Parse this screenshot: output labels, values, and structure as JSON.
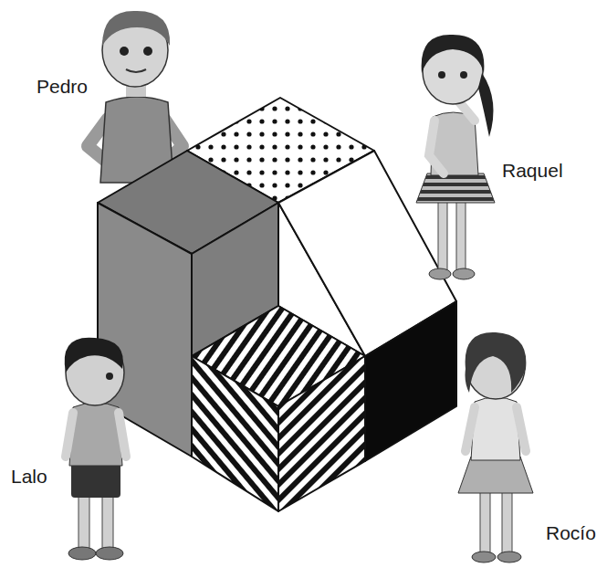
{
  "diagram": {
    "labels": [
      "Pedro",
      "Raquel",
      "Lalo",
      "Rocío"
    ]
  }
}
